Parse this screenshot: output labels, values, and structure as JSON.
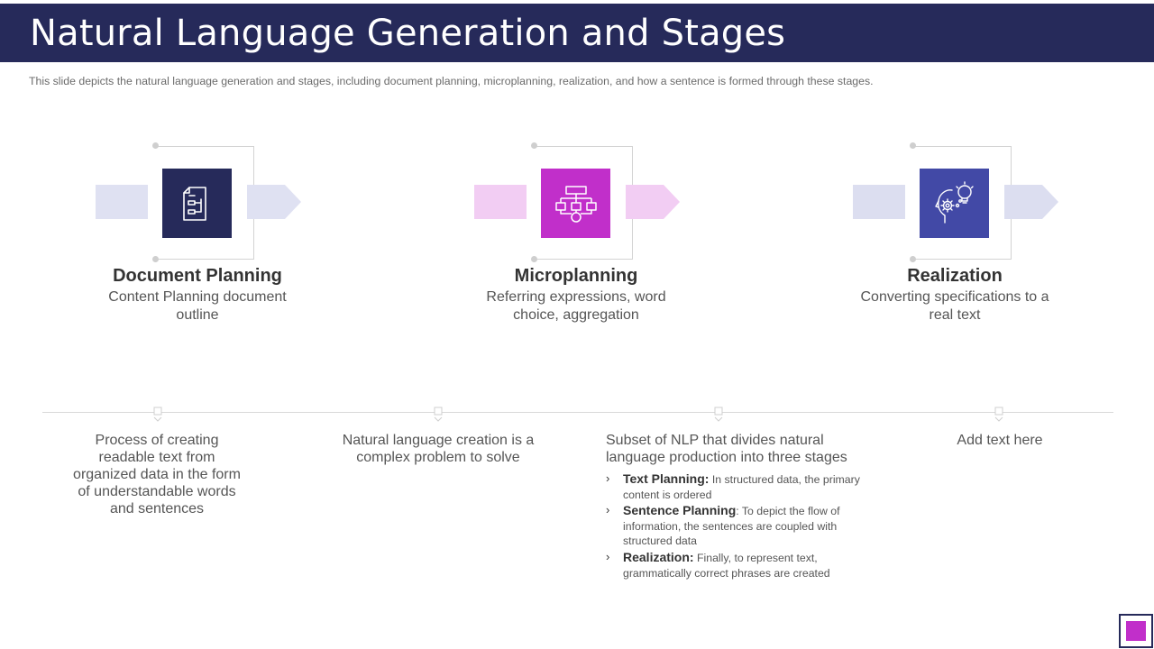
{
  "header": {
    "title": "Natural Language Generation and Stages",
    "subtitle": "This slide depicts the natural language generation and stages, including document planning, microplanning, realization, and how a sentence is formed through these stages."
  },
  "stages": [
    {
      "title": "Document Planning",
      "desc": "Content Planning document outline",
      "icon": "document-flow-icon",
      "icon_color": "#262a5a",
      "light_color": "#dfe1f2"
    },
    {
      "title": "Microplanning",
      "desc": "Referring expressions, word choice, aggregation",
      "icon": "flowchart-icon",
      "icon_color": "#c12fca",
      "light_color": "#f2cdf3"
    },
    {
      "title": "Realization",
      "desc": "Converting specifications to a real text",
      "icon": "head-gear-idea-icon",
      "icon_color": "#4249a6",
      "light_color": "#dcdef0"
    }
  ],
  "columns": {
    "col1": "Process of creating readable text from organized data in the form of understandable words and sentences",
    "col2": "Natural language creation is a complex problem to solve",
    "col3": {
      "intro": "Subset of NLP that divides natural language production into three stages",
      "bullets": [
        {
          "label": "Text Planning:",
          "text": " In structured data, the primary content is ordered"
        },
        {
          "label": "Sentence Planning",
          "text": ": To depict the flow of information, the sentences are coupled with structured data"
        },
        {
          "label": "Realization:",
          "text": " Finally, to represent text, grammatically correct phrases are created"
        }
      ]
    },
    "col4": "Add text here"
  },
  "theme": {
    "navy": "#262a5a",
    "magenta": "#c12fca",
    "indigo": "#4249a6"
  }
}
